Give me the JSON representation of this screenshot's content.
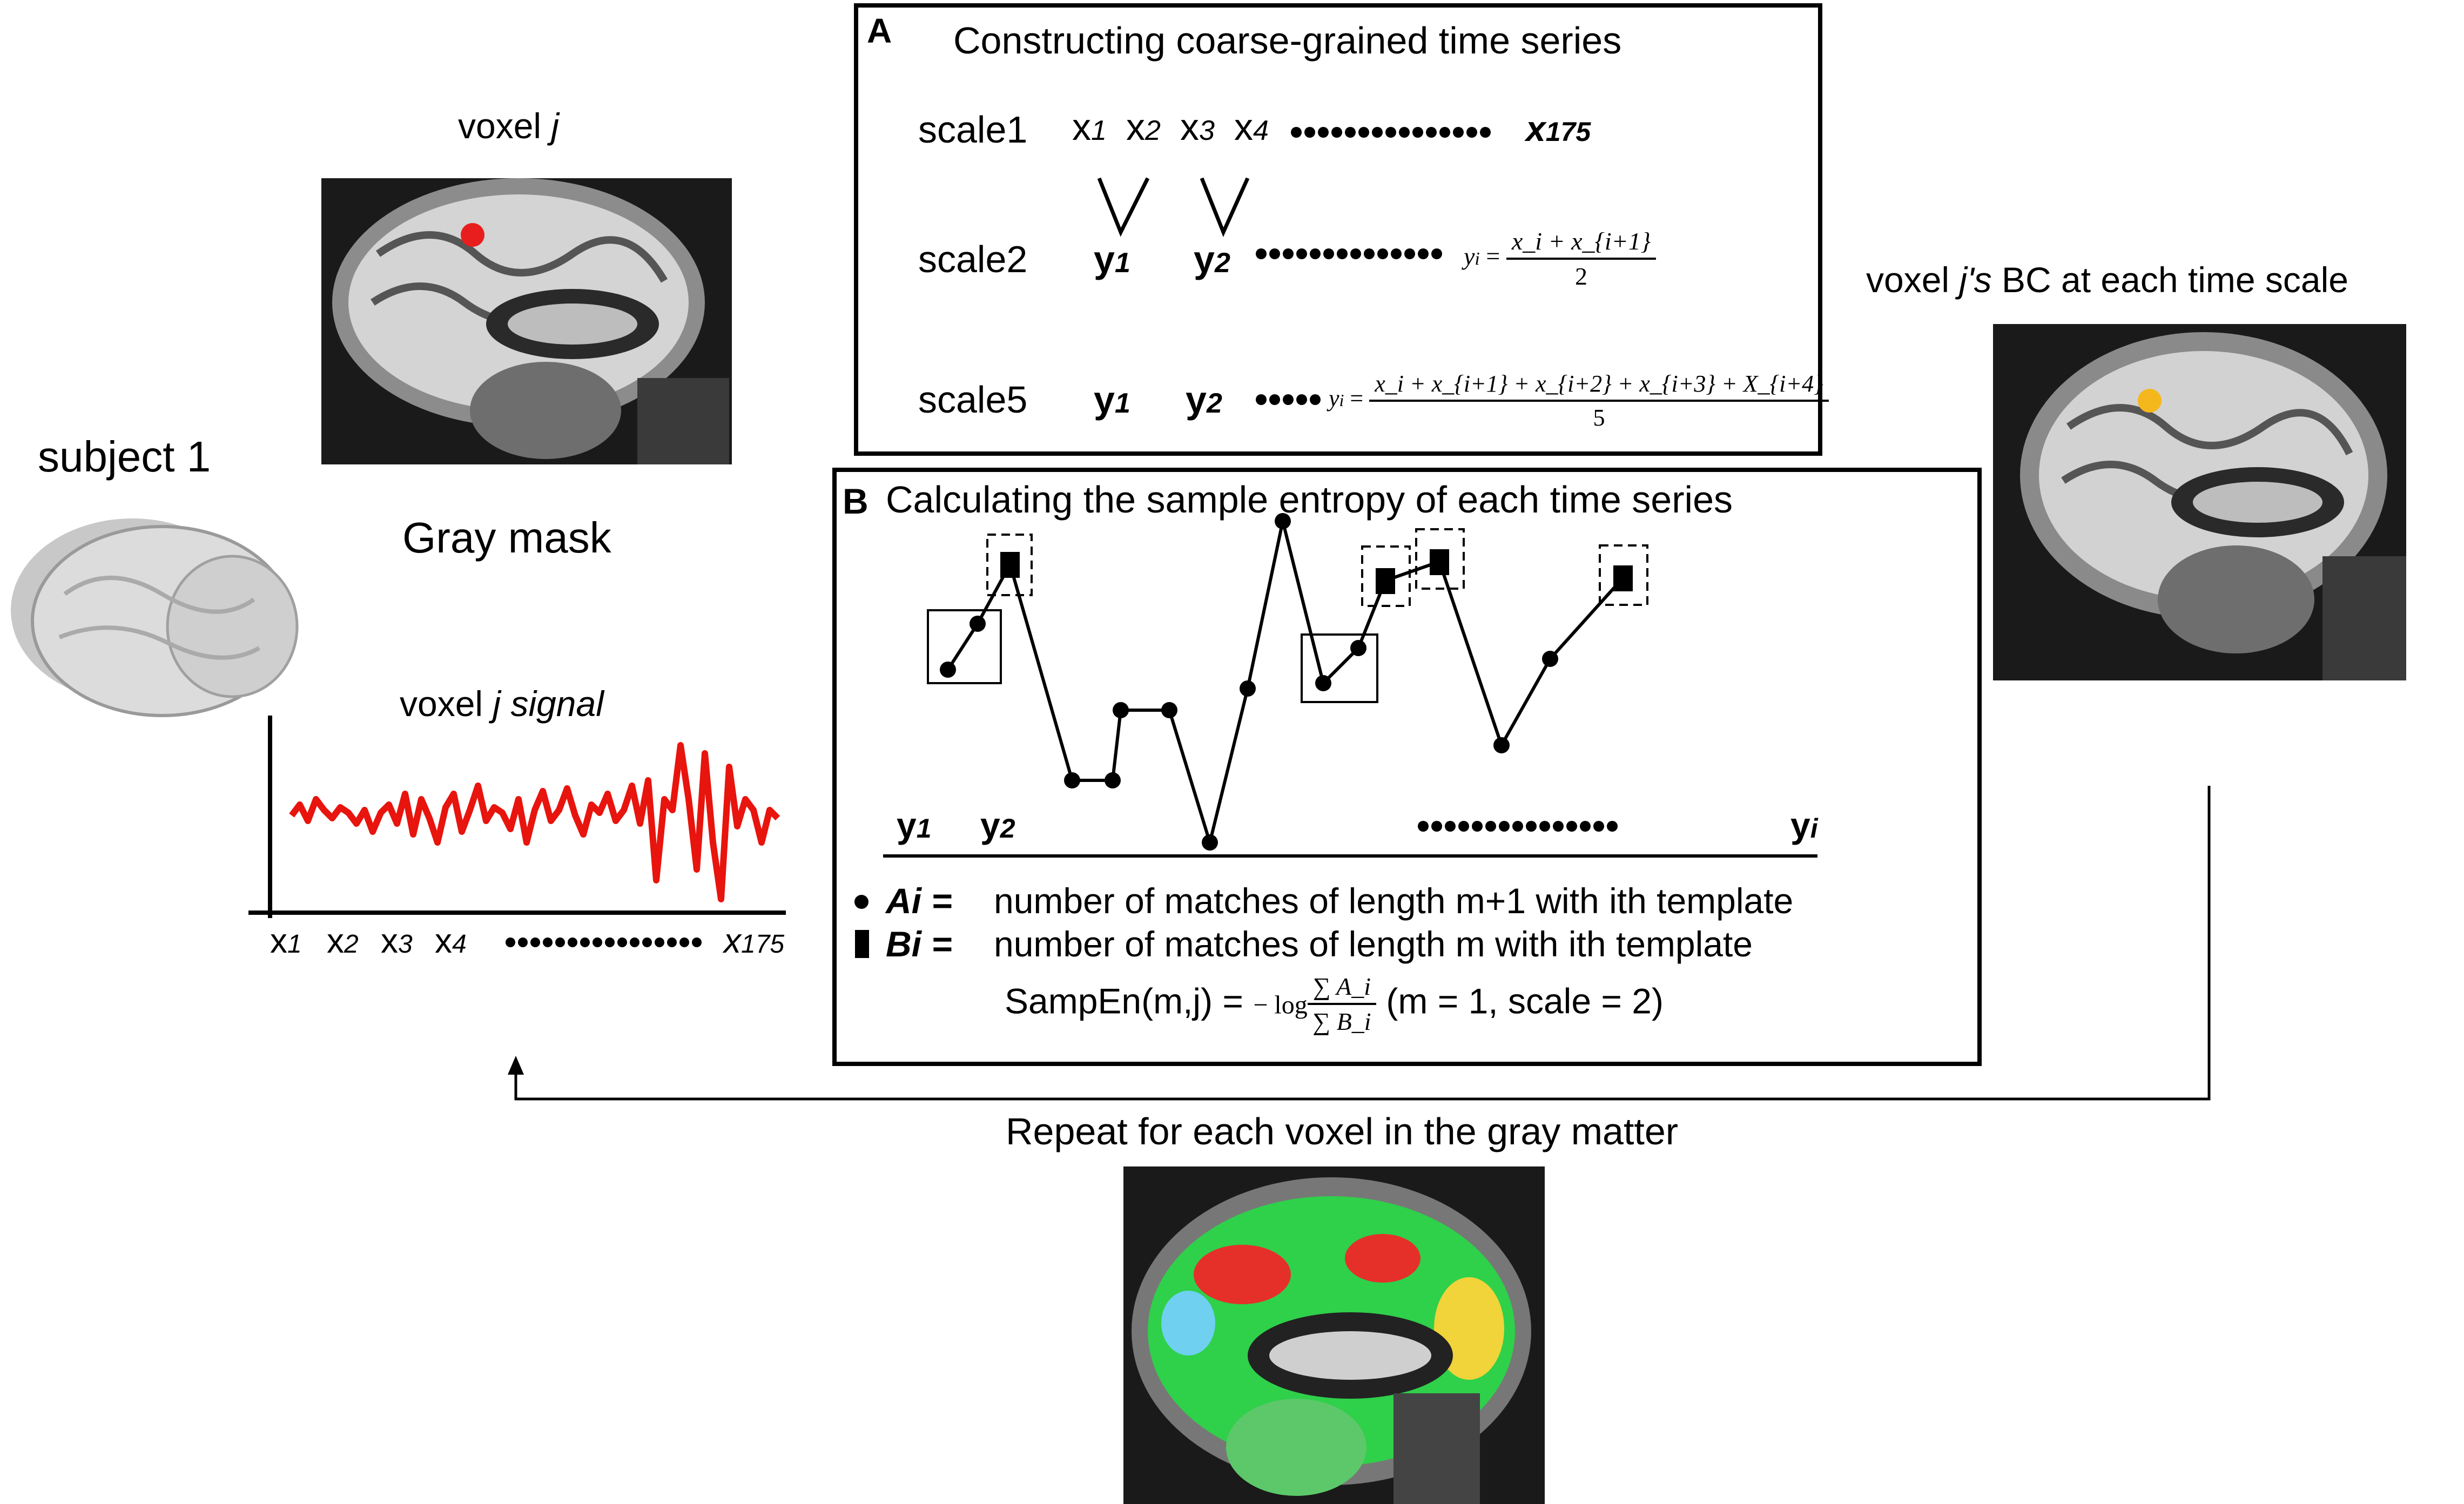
{
  "labels": {
    "voxel_prefix": "voxel",
    "voxel_j": "j",
    "gray_mask": "Gray mask",
    "subject": "subject 1",
    "signal_title_prefix": "voxel",
    "signal_title_j": "j",
    "signal_title_suffix": "signal",
    "bc_prefix": "voxel",
    "bc_j": "j's",
    "bc_suffix": "BC at each time scale",
    "repeat": "Repeat for each voxel in the gray matter"
  },
  "signal_axis": {
    "x1": "x",
    "x1s": "1",
    "x2": "x",
    "x2s": "2",
    "x3": "x",
    "x3s": "3",
    "x4": "x",
    "x4s": "4",
    "xn": "x",
    "xns": "175"
  },
  "panel_a": {
    "letter": "A",
    "title": "Constructing coarse-grained time series",
    "scale1": "scale1",
    "scale2": "scale2",
    "scale5": "scale5",
    "x_last_sub": "175",
    "formula2_lhs": "y",
    "formula2_num": "x_i + x_{i+1}",
    "formula2_den": "2",
    "formula5_num": "x_i + x_{i+1} + x_{i+2} + x_{i+3} + X_{i+4}",
    "formula5_den": "5"
  },
  "panel_b": {
    "letter": "B",
    "title": "Calculating the sample entropy of each time series",
    "y1": "y",
    "y1s": "1",
    "y2": "y",
    "y2s": "2",
    "yi": "y",
    "yis": "i",
    "a_label": "Ai =",
    "a_text": "number of matches of length m+1 with ith template",
    "b_label": "Bi =",
    "b_text": "number of matches of length m with ith template",
    "sampen_lhs": "SampEn(m,j) =",
    "sampen_log": "− log",
    "sampen_num": "∑ A_i",
    "sampen_den": "∑ B_i",
    "sampen_params": "(m = 1, scale = 2)"
  },
  "colors": {
    "signal": "#e8140e",
    "voxel_dot": "#e81e1e",
    "bc_dot": "#f5b81c"
  }
}
